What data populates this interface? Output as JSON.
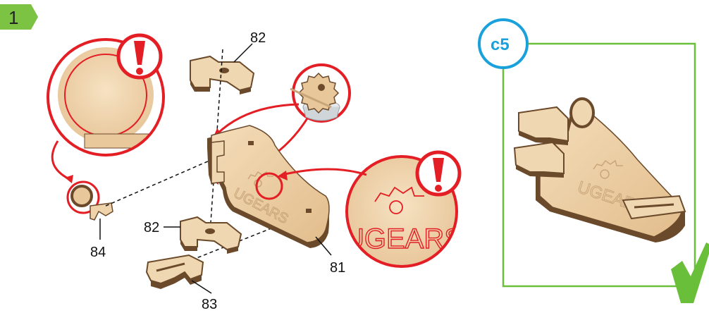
{
  "step": {
    "number": "1"
  },
  "parts": {
    "p82_top": "82",
    "p82_bottom": "82",
    "p84": "84",
    "p83": "83",
    "p81": "81"
  },
  "brand": {
    "panel_text": "UGEARS",
    "callout_text": "UGEARS",
    "result_text": "UGEARS"
  },
  "result": {
    "label": "c5"
  },
  "colors": {
    "accent_red": "#e31e24",
    "green": "#6abf3a",
    "blue": "#1aa1dc",
    "wood": "#e8c79b",
    "wood_dark": "#6b4a2b"
  },
  "icons": {
    "warning": "exclamation-icon",
    "glue": "glue-icon",
    "check": "checkmark-icon"
  }
}
